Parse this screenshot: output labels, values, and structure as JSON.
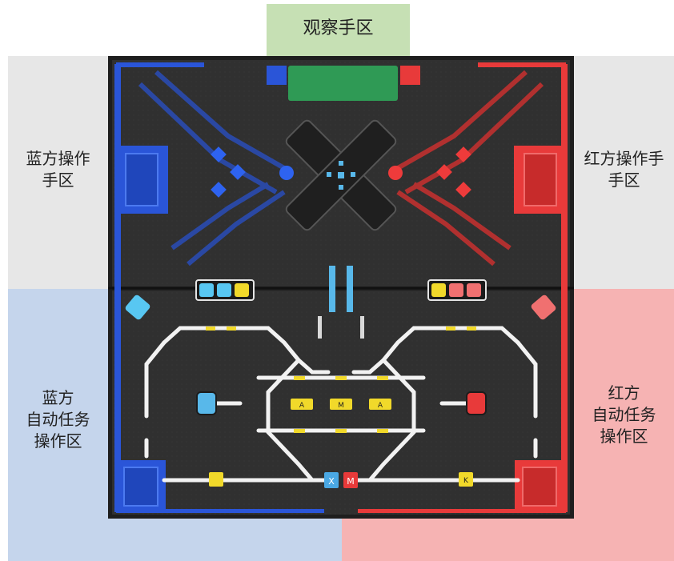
{
  "labels": {
    "observer": "观察手区",
    "blue_operator": "蓝方操作\n手区",
    "red_operator": "红方操作手\n手区",
    "blue_auto": "蓝方\n自动任务\n操作区",
    "red_auto": "红方\n自动任务\n操作区"
  },
  "field_marks": {
    "center_blocks": [
      "A",
      "M",
      "A"
    ],
    "bottom_center_blocks": [
      "X",
      "M"
    ],
    "bottom_right_block": "K"
  },
  "colors": {
    "observer_zone": "#c6e0b4",
    "operator_zone": "#e7e7e7",
    "blue_auto_zone": "#c5d5ec",
    "red_auto_zone": "#f6b3b3",
    "field": "#2f2f2f",
    "blue": "#2a55d8",
    "red": "#e83a3a",
    "green": "#2f9a55",
    "line": "#f2f2f2",
    "yellow": "#f1d92a"
  }
}
